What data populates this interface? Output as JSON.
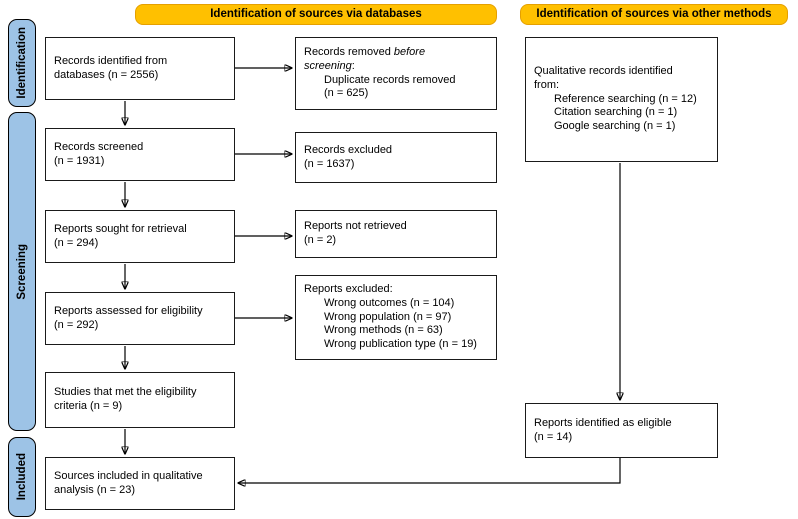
{
  "headers": {
    "databases": "Identification of sources via databases",
    "other_methods": "Identification of sources via other methods"
  },
  "sidebar": {
    "identification": "Identification",
    "screening": "Screening",
    "included": "Included"
  },
  "boxes": {
    "records_identified": {
      "text": "Records identified from\ndatabases (n = 2556)"
    },
    "records_removed": {
      "pre_italic": "Records removed ",
      "italic": "before\nscreening",
      "post_italic": ":",
      "items": [
        "Duplicate records removed\n(n = 625)"
      ]
    },
    "records_screened": {
      "text": "Records screened\n(n = 1931)"
    },
    "records_excluded": {
      "text": "Records excluded\n(n = 1637)"
    },
    "reports_sought": {
      "text": "Reports sought for retrieval\n(n = 294)"
    },
    "reports_not_retrieved": {
      "text": "Reports not retrieved\n(n = 2)"
    },
    "reports_assessed": {
      "text": "Reports assessed for eligibility\n(n = 292)"
    },
    "reports_excluded": {
      "title": "Reports excluded:",
      "items": [
        "Wrong outcomes (n = 104)",
        "Wrong population (n = 97)",
        "Wrong methods (n = 63)",
        "Wrong publication type (n = 19)"
      ]
    },
    "studies_met": {
      "text": "Studies that met the eligibility\ncriteria (n = 9)"
    },
    "sources_included": {
      "text": "Sources included in qualitative\nanalysis (n = 23)"
    },
    "qualitative_records": {
      "title": "Qualitative records identified\nfrom:",
      "items": [
        "Reference searching (n = 12)",
        "Citation searching (n = 1)",
        "Google searching (n = 1)"
      ]
    },
    "reports_eligible": {
      "text": "Reports identified as eligible\n(n = 14)"
    }
  },
  "colors": {
    "banner": "#FFC000",
    "banner_border": "#E5A000",
    "sidebar": "#9DC3E6",
    "border": "#1A1A1A",
    "arrow": "#000000"
  }
}
